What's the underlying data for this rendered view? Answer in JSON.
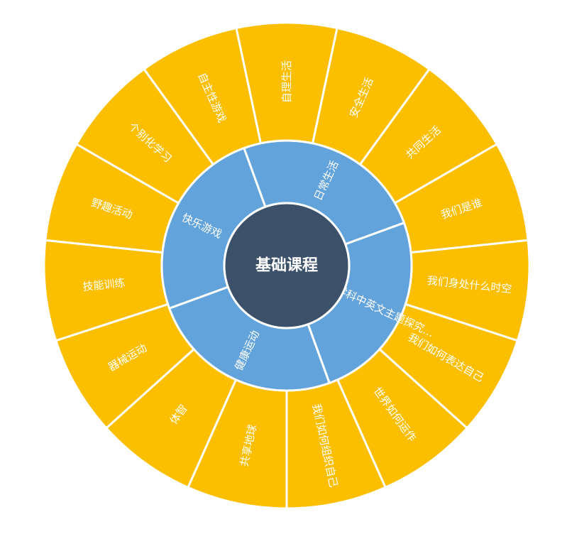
{
  "diagram": {
    "center_label": "基础课程",
    "colors": {
      "center": "#3c5069",
      "inner": "#62a3dc",
      "outer": "#fbbf00",
      "text": "#ffffff",
      "border": "#ffffff"
    },
    "inner_ring": [
      {
        "label": "日常生活"
      },
      {
        "label": "PYP超学科中英文主题探究…"
      },
      {
        "label": "健康运动"
      },
      {
        "label": "快乐游戏"
      }
    ],
    "outer_ring": [
      {
        "label": "自理生活"
      },
      {
        "label": "安全生活"
      },
      {
        "label": "共同生活"
      },
      {
        "label": "我们是谁"
      },
      {
        "label": "我们身处什么时空"
      },
      {
        "label": "我们如何表达自己"
      },
      {
        "label": "世界如何运作"
      },
      {
        "label": "我们如何组织自己"
      },
      {
        "label": "共享地球"
      },
      {
        "label": "体智"
      },
      {
        "label": "器械运动"
      },
      {
        "label": "技能训练"
      },
      {
        "label": "野趣活动"
      },
      {
        "label": "个别化学习"
      },
      {
        "label": "自主性游戏"
      }
    ]
  }
}
